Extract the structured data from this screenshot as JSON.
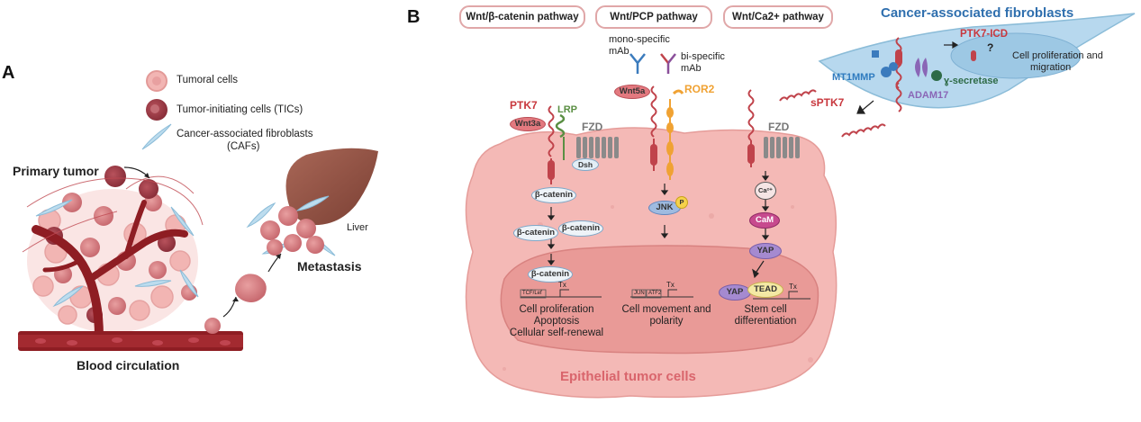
{
  "panel_a": {
    "label": "A",
    "legend": [
      {
        "label": "Tumoral cells",
        "icon": "tumoral-cell-icon"
      },
      {
        "label": "Tumor-initiating cells (TICs)",
        "icon": "tic-cell-icon"
      },
      {
        "label_line1": "Cancer-associated fibroblasts",
        "label_line2": "(CAFs)",
        "icon": "caf-cell-icon"
      }
    ],
    "primary_tumor": "Primary tumor",
    "blood_circulation": "Blood circulation",
    "liver": "Liver",
    "metastasis": "Metastasis"
  },
  "panel_b": {
    "label": "B",
    "pathways": [
      "Wnt/β-catenin pathway",
      "Wnt/PCP pathway",
      "Wnt/Ca2+ pathway"
    ],
    "mono_specific": "mono-specific",
    "mab1": "mAb",
    "bi_specific": "bi-specific",
    "mab2": "mAb",
    "ptk7": "PTK7",
    "wnt3a": "Wnt3a",
    "lrp": "LRP",
    "fzd1": "FZD",
    "dsh": "Dsh",
    "wnt5a": "Wnt5a",
    "ror2": "ROR2",
    "sptk7": "sPTK7",
    "fzd2": "FZD",
    "bcat": [
      "β-catenin",
      "β-catenin",
      "β-catenin",
      "β-catenin"
    ],
    "jnk": "JNK",
    "p": "P",
    "ca": "Ca²⁺",
    "cam": "CaM",
    "yap1": "YAP",
    "yap2": "YAP",
    "tead": "TEAD",
    "tcf": "TCF/Lef",
    "jun": "JUN",
    "atf2": "ATF2",
    "tx": [
      "Tx",
      "Tx",
      "Tx"
    ],
    "out1": [
      "Cell proliferation",
      "Apoptosis",
      "Cellular self-renewal"
    ],
    "out2": [
      "Cell movement and",
      "polarity"
    ],
    "out3": [
      "Stem cell",
      "differentiation"
    ],
    "epithelial": "Epithelial tumor cells",
    "caf_title": "Cancer-associated fibroblasts",
    "mt1mmp": "MT1MMP",
    "adam17": "ADAM17",
    "secretase": "ɣ-secretase",
    "ptk7_icd": "PTK7-ICD",
    "question": "?",
    "caf_out": [
      "Cell proliferation and",
      "migration"
    ]
  },
  "colors": {
    "tumor_pink": "#f4b9b6",
    "nucleus": "#e99a97",
    "receptor_red": "#c0434b",
    "caf_blue": "#b7d8ee",
    "blood": "#8e1d23",
    "liver": "#9c5c4e"
  }
}
